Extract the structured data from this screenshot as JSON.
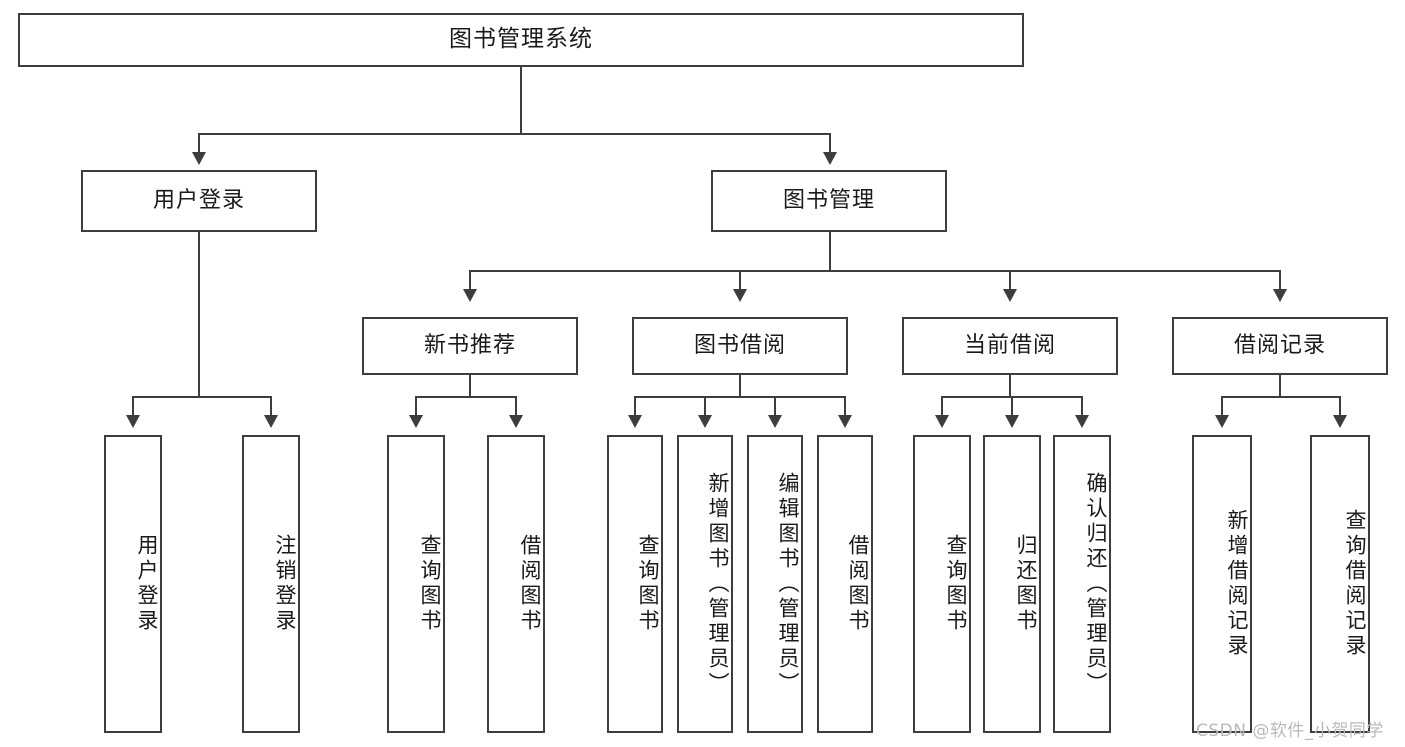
{
  "diagram": {
    "type": "tree",
    "title": "图书管理系统",
    "root": {
      "label": "图书管理系统"
    },
    "level2": [
      {
        "label": "用户登录"
      },
      {
        "label": "图书管理"
      }
    ],
    "level3": [
      {
        "label": "新书推荐"
      },
      {
        "label": "图书借阅"
      },
      {
        "label": "当前借阅"
      },
      {
        "label": "借阅记录"
      }
    ],
    "leaves": {
      "user_login": [
        {
          "label": "用户登录"
        },
        {
          "label": "注销登录"
        }
      ],
      "new_book_recommend": [
        {
          "label": "查询图书"
        },
        {
          "label": "借阅图书"
        }
      ],
      "book_borrow": [
        {
          "label": "查询图书"
        },
        {
          "label": "新增图书（管理员）"
        },
        {
          "label": "编辑图书（管理员）"
        },
        {
          "label": "借阅图书"
        }
      ],
      "current_borrow": [
        {
          "label": "查询图书"
        },
        {
          "label": "归还图书"
        },
        {
          "label": "确认归还（管理员）"
        }
      ],
      "borrow_record": [
        {
          "label": "新增借阅记录"
        },
        {
          "label": "查询借阅记录"
        }
      ]
    }
  },
  "watermark": {
    "text": "CSDN @软件_小贺同学"
  },
  "colors": {
    "border": "#3d3d3d",
    "background": "#ffffff",
    "text": "#1a1a1a",
    "watermark": "#b9b9b9"
  }
}
